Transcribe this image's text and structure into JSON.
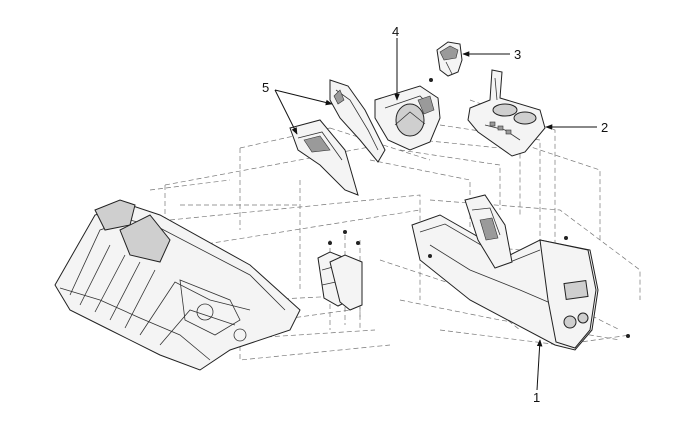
{
  "callouts": [
    {
      "id": "1",
      "label": "1"
    },
    {
      "id": "2",
      "label": "2"
    },
    {
      "id": "3",
      "label": "3"
    },
    {
      "id": "4",
      "label": "4"
    },
    {
      "id": "5",
      "label": "5"
    }
  ],
  "colors": {
    "ink": "#111111",
    "fill": "#f4f4f4",
    "shade": "#9a9a9a"
  }
}
